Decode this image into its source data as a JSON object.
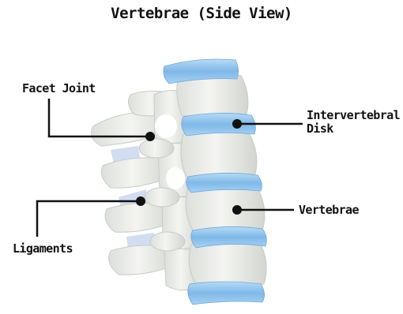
{
  "title": "Vertebrae (Side View)",
  "labels": {
    "facet_joint": "Facet Joint",
    "intervertebral_disk_line1": "Intervertebral",
    "intervertebral_disk_line2": "Disk",
    "vertebrae": "Vertebrae",
    "ligaments": "Ligaments"
  },
  "colors": {
    "bone": "#f1f2ee",
    "bone_shadow": "#d3d6d1",
    "disk": "#8fc3ec",
    "disk_light": "#c6e2f7",
    "ligament": "#c9d6ee",
    "leader": "#111111"
  }
}
